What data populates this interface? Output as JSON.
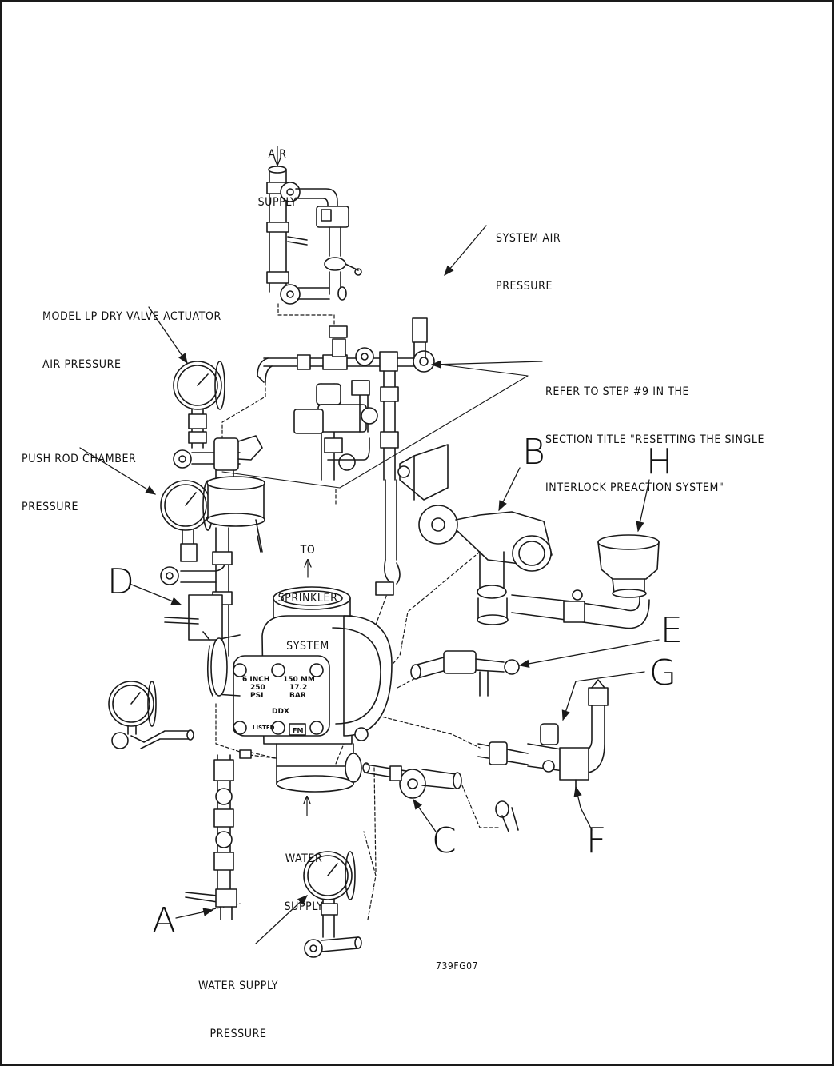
{
  "labels": {
    "air_supply": [
      "AIR",
      "SUPPLY"
    ],
    "system_air_pressure": [
      "SYSTEM AIR",
      "PRESSURE"
    ],
    "actuator_air_pressure": [
      "MODEL LP DRY VALVE ACTUATOR",
      "AIR PRESSURE"
    ],
    "refer_note": [
      "REFER TO STEP #9 IN THE",
      "SECTION TITLE \"RESETTING THE SINGLE",
      "INTERLOCK PREACTION SYSTEM\""
    ],
    "push_rod_pressure": [
      "PUSH ROD CHAMBER",
      "PRESSURE"
    ],
    "to_sprinkler": [
      "TO",
      "SPRINKLER",
      "SYSTEM"
    ],
    "water_supply": [
      "WATER",
      "SUPPLY"
    ],
    "water_supply_pressure": [
      "WATER SUPPLY",
      "PRESSURE"
    ],
    "figure_code": "739FG07"
  },
  "letters": {
    "a": "A",
    "b": "B",
    "c": "C",
    "d": "D",
    "e": "E",
    "f": "F",
    "g": "G",
    "h": "H"
  },
  "valve_plate": {
    "size_left": "6 INCH",
    "psi_value": "250",
    "psi_unit": "PSI",
    "size_right": "150 MM",
    "bar_value": "17.2",
    "bar_unit": "BAR",
    "model": "DDX",
    "listed": "LISTED",
    "fm": "FM"
  },
  "colors": {
    "line": "#1a1a1a",
    "paper": "#ffffff",
    "fill": "#f7f7f7"
  }
}
